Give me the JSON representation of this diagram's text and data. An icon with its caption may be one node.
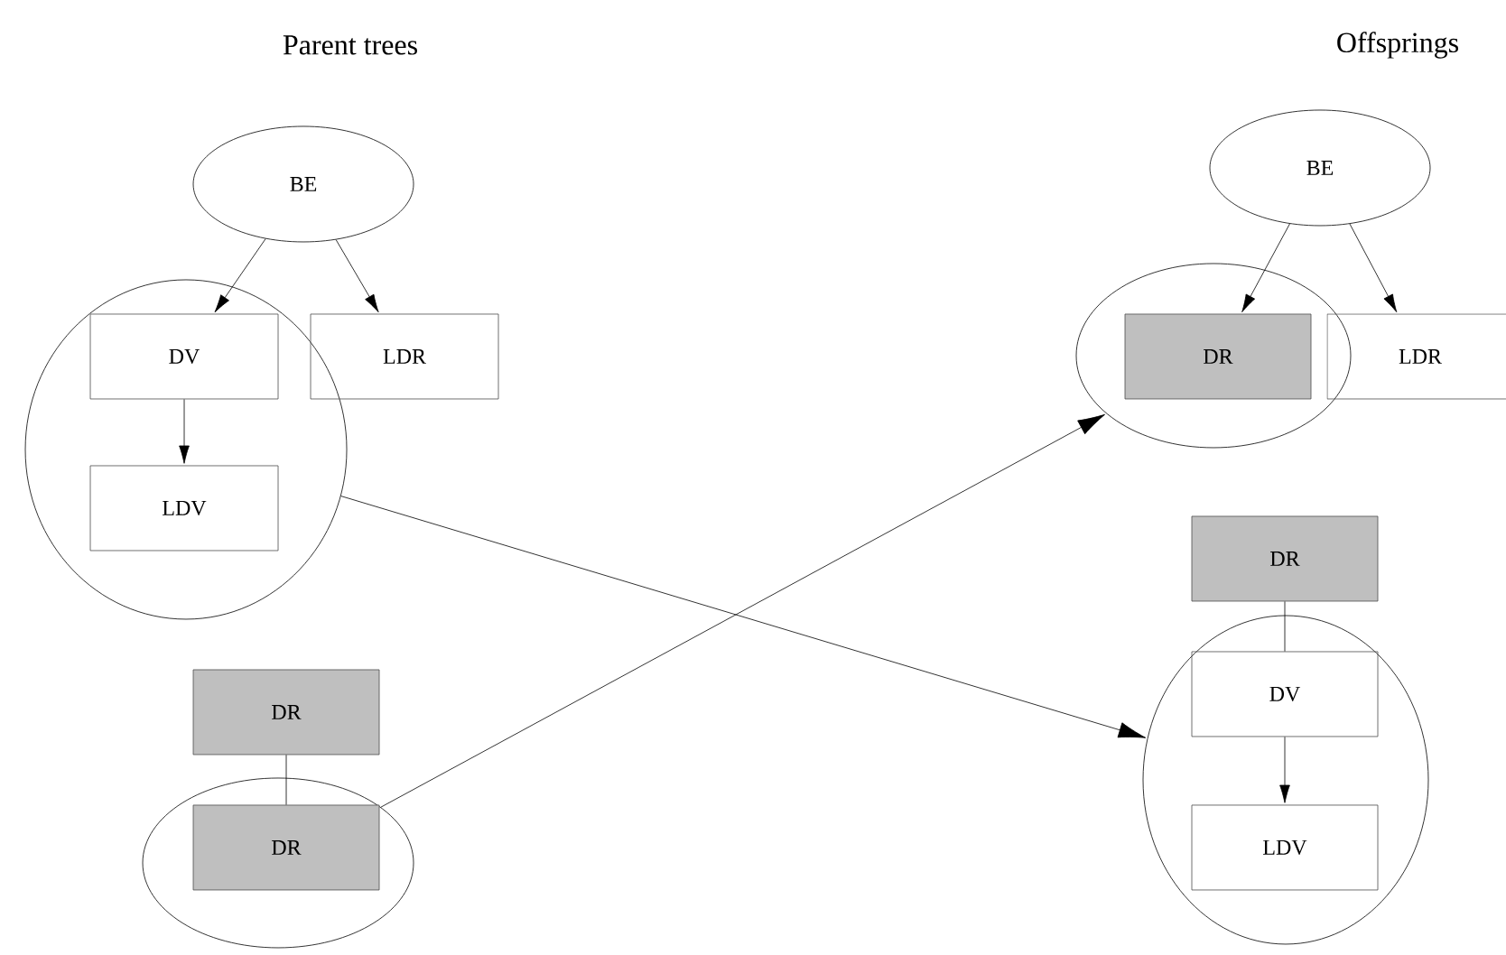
{
  "diagram": {
    "nodes": [
      {
        "text": [
          "BE"
        ]
      },
      {
        "text": [],
        "shape": "circle"
      },
      {
        "text": [
          "DV"
        ],
        "in": 1
      },
      {
        "text": [
          "LDR"
        ]
      },
      {
        "text": [
          "LDV"
        ],
        "in": 1
      },
      {
        "text": [
          "DR"
        ]
      },
      {
        "text": [],
        "shape": "circle"
      },
      {
        "text": [
          "DR"
        ],
        "in": 6
      },
      {
        "text": [
          "BE"
        ]
      },
      {
        "text": [],
        "shape": "circle"
      },
      {
        "text": [
          "DR"
        ],
        "in": 9
      },
      {
        "text": [
          "LDR"
        ]
      },
      {
        "text": [
          "DR"
        ]
      },
      {
        "text": [],
        "shape": "circle"
      },
      {
        "text": [
          "DV"
        ],
        "in": 13
      },
      {
        "text": [
          "LDV"
        ],
        "in": 13
      }
    ],
    "edges": [
      {
        "from": 0,
        "to": 2,
        "arrow": "to"
      },
      {
        "from": 0,
        "to": 3,
        "arrow": "to"
      },
      {
        "from": 2,
        "to": 4,
        "arrow": "to"
      },
      {
        "from": 5,
        "to": 7,
        "arrow": "none"
      },
      {
        "from": 1,
        "to": 13,
        "arrow": "to"
      },
      {
        "from": 6,
        "to": 9,
        "arrow": "to"
      },
      {
        "from": 8,
        "to": 10,
        "arrow": "to"
      },
      {
        "from": 8,
        "to": 11,
        "arrow": "to"
      },
      {
        "from": 12,
        "to": 14,
        "arrow": "none"
      },
      {
        "from": 14,
        "to": 15,
        "arrow": "to"
      }
    ],
    "labels": [
      "Parent trees",
      "Offsprings"
    ]
  }
}
